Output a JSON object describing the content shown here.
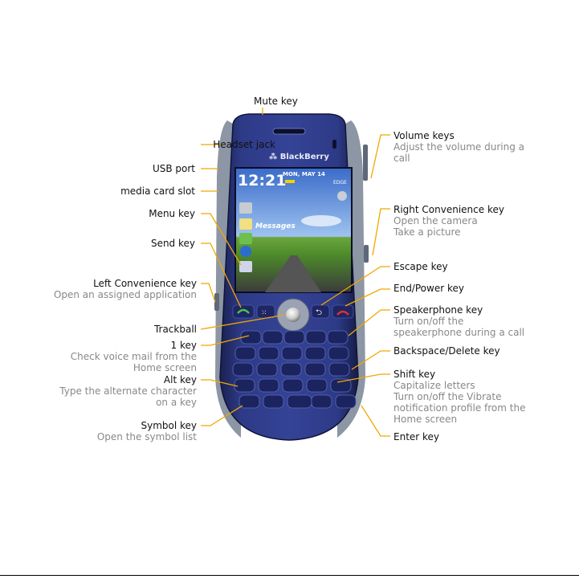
{
  "annotation_color": "#f0a800",
  "phone": {
    "brand": "BlackBerry",
    "screen": {
      "time": "12:21",
      "date": "MON, MAY 14",
      "network": "EDGE",
      "app_label": "Messages"
    }
  },
  "callouts": {
    "mute": {
      "title": "Mute key"
    },
    "headset": {
      "title": "Headset jack"
    },
    "usb": {
      "title": "USB port"
    },
    "media": {
      "title": "media card slot"
    },
    "menu": {
      "title": "Menu key"
    },
    "send": {
      "title": "Send key"
    },
    "left_conv": {
      "title": "Left Convenience key",
      "desc": [
        "Open an assigned application"
      ]
    },
    "trackball": {
      "title": "Trackball"
    },
    "key1": {
      "title": "1 key",
      "desc": [
        "Check voice mail from the",
        "Home screen"
      ]
    },
    "alt": {
      "title": "Alt key",
      "desc": [
        "Type the alternate character",
        "on a key"
      ]
    },
    "symbol": {
      "title": "Symbol key",
      "desc": [
        "Open the symbol list"
      ]
    },
    "volume": {
      "title": "Volume keys",
      "desc": [
        "Adjust the volume during a",
        "call"
      ]
    },
    "right_conv": {
      "title": "Right Convenience key",
      "desc": [
        "Open the camera",
        "Take a picture"
      ]
    },
    "escape": {
      "title": "Escape key"
    },
    "end": {
      "title": "End/Power key"
    },
    "speaker": {
      "title": "Speakerphone key",
      "desc": [
        "Turn on/off the",
        "speakerphone during a call"
      ]
    },
    "backspace": {
      "title": "Backspace/Delete key"
    },
    "shift": {
      "title": "Shift key",
      "desc": [
        "Capitalize letters",
        "Turn on/off the Vibrate",
        "notification profile from the",
        "Home screen"
      ]
    },
    "enter": {
      "title": "Enter key"
    }
  }
}
